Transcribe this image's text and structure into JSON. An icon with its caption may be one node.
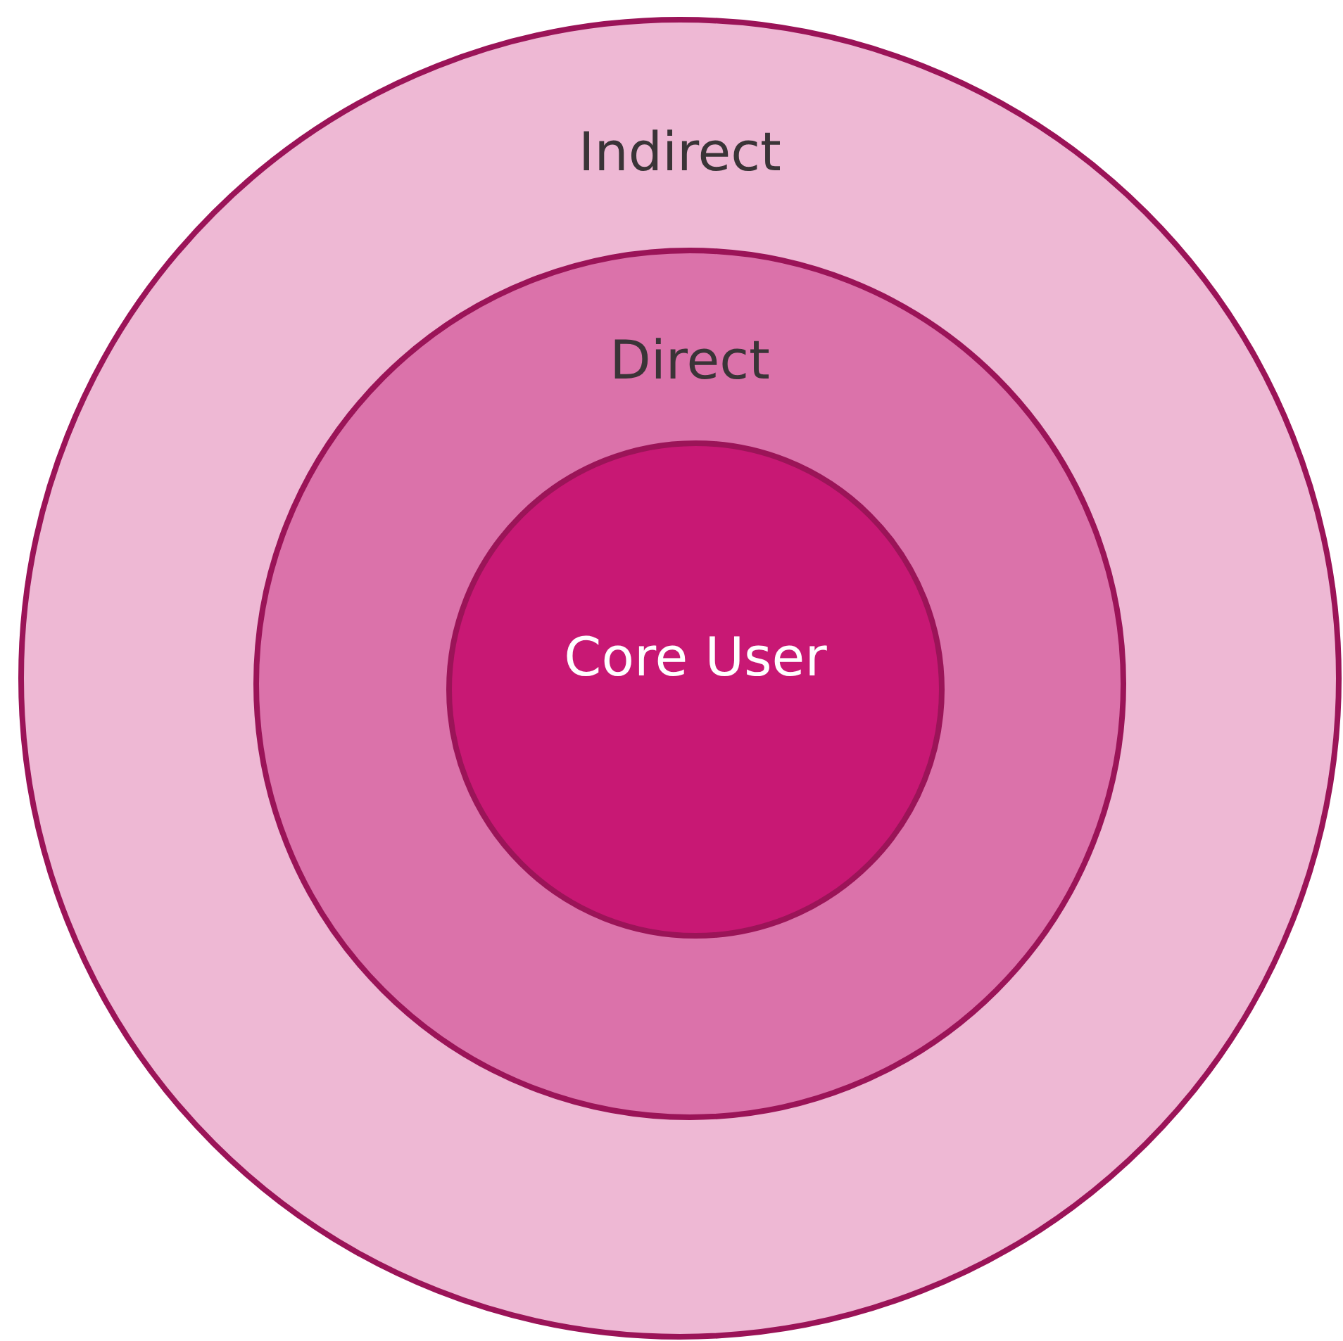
{
  "diagram": {
    "nodes": [
      {
        "text": [
          "Indirect"
        ]
      },
      {
        "text": [
          "Direct"
        ],
        "in": 0
      },
      {
        "text": [
          "Core User"
        ],
        "in": 1
      }
    ]
  }
}
